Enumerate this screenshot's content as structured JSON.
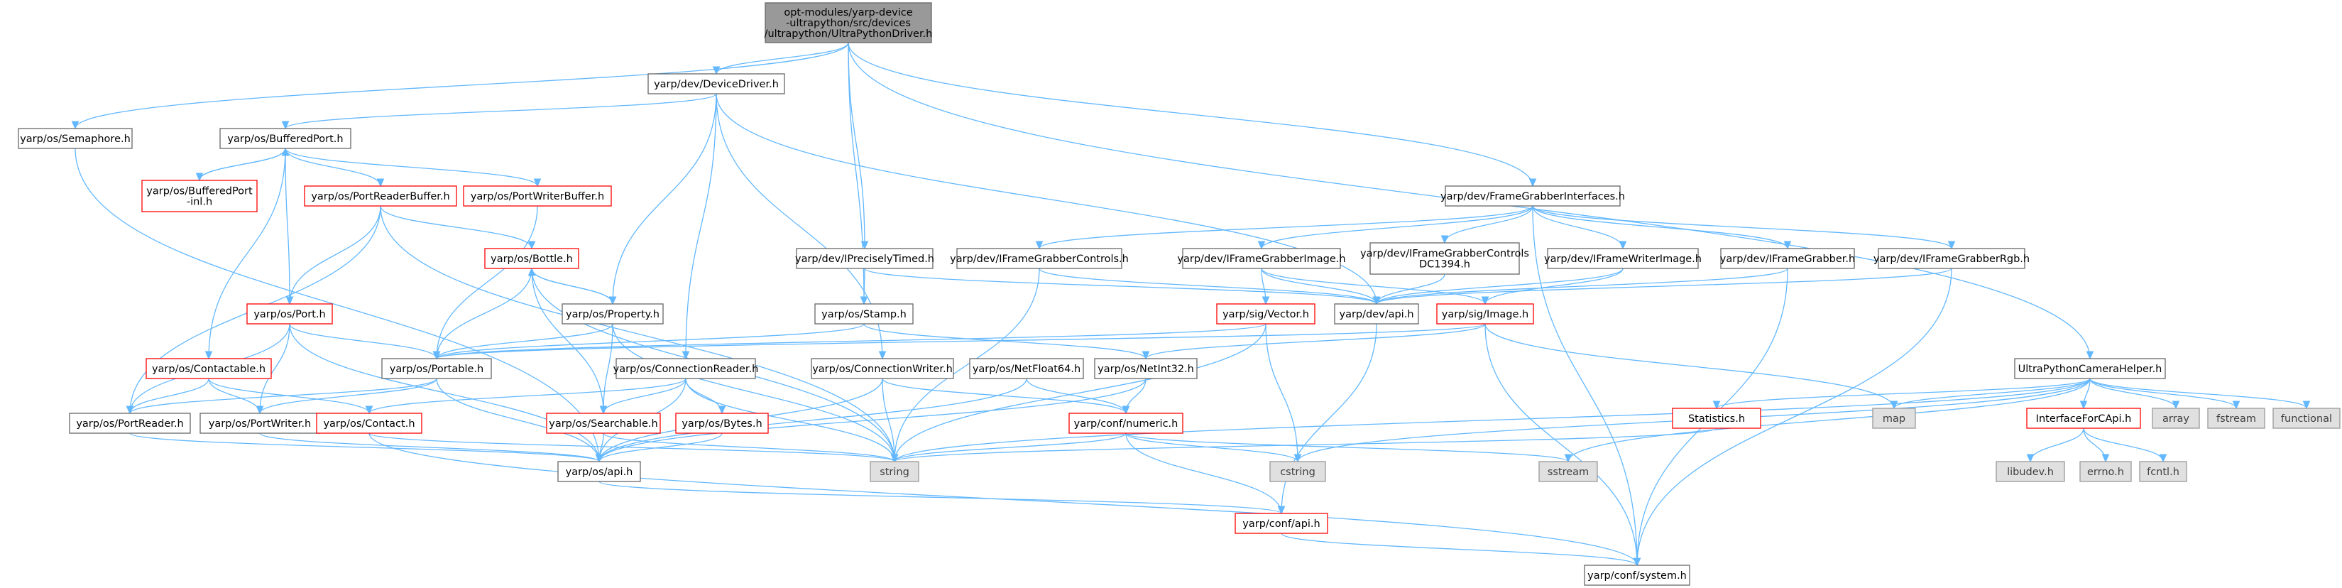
{
  "colors": {
    "edge": "#63b8ff",
    "root_fill": "#999999",
    "node_border": "#666666",
    "truncated_border": "#ff0000",
    "system_fill": "#e0e0e0"
  },
  "nodes": {
    "root": [
      "opt-modules/yarp-device",
      "-ultrapython/src/devices",
      "/ultrapython/UltraPythonDriver.h"
    ],
    "semaphore": [
      "yarp/os/Semaphore.h"
    ],
    "devicedriver": [
      "yarp/dev/DeviceDriver.h"
    ],
    "bufferedport": [
      "yarp/os/BufferedPort.h"
    ],
    "bufferedport_inl": [
      "yarp/os/BufferedPort",
      "-inl.h"
    ],
    "portreaderbuffer": [
      "yarp/os/PortReaderBuffer.h"
    ],
    "portwriterbuffer": [
      "yarp/os/PortWriterBuffer.h"
    ],
    "bottle": [
      "yarp/os/Bottle.h"
    ],
    "property": [
      "yarp/os/Property.h"
    ],
    "port": [
      "yarp/os/Port.h"
    ],
    "contactable": [
      "yarp/os/Contactable.h"
    ],
    "portable": [
      "yarp/os/Portable.h"
    ],
    "portreader": [
      "yarp/os/PortReader.h"
    ],
    "portwriter": [
      "yarp/os/PortWriter.h"
    ],
    "contact": [
      "yarp/os/Contact.h"
    ],
    "searchable": [
      "yarp/os/Searchable.h"
    ],
    "connectionreader": [
      "yarp/os/ConnectionReader.h"
    ],
    "bytes": [
      "yarp/os/Bytes.h"
    ],
    "osapi": [
      "yarp/os/api.h"
    ],
    "string": [
      "string"
    ],
    "connectionwriter": [
      "yarp/os/ConnectionWriter.h"
    ],
    "stamp": [
      "yarp/os/Stamp.h"
    ],
    "netfloat64": [
      "yarp/os/NetFloat64.h"
    ],
    "netint32": [
      "yarp/os/NetInt32.h"
    ],
    "numeric": [
      "yarp/conf/numeric.h"
    ],
    "confapi": [
      "yarp/conf/api.h"
    ],
    "system": [
      "yarp/conf/system.h"
    ],
    "ipreciselytimed": [
      "yarp/dev/IPreciselyTimed.h"
    ],
    "framegrabberinterfaces": [
      "yarp/dev/FrameGrabberInterfaces.h"
    ],
    "iframegrabbercontrols": [
      "yarp/dev/IFrameGrabberControls.h"
    ],
    "iframegrabberimage": [
      "yarp/dev/IFrameGrabberImage.h"
    ],
    "iframegrabbercontrolsdc1394": [
      "yarp/dev/IFrameGrabberControls",
      "DC1394.h"
    ],
    "iframewriterimage": [
      "yarp/dev/IFrameWriterImage.h"
    ],
    "iframegrabber": [
      "yarp/dev/IFrameGrabber.h"
    ],
    "iframegrabberrgb": [
      "yarp/dev/IFrameGrabberRgb.h"
    ],
    "devapi": [
      "yarp/dev/api.h"
    ],
    "sigvector": [
      "yarp/sig/Vector.h"
    ],
    "sigimage": [
      "yarp/sig/Image.h"
    ],
    "cstring": [
      "cstring"
    ],
    "sstream": [
      "sstream"
    ],
    "map": [
      "map"
    ],
    "camerahelper": [
      "UltraPythonCameraHelper.h"
    ],
    "statistics": [
      "Statistics.h"
    ],
    "interfaceforcapi": [
      "InterfaceForCApi.h"
    ],
    "array": [
      "array"
    ],
    "fstream": [
      "fstream"
    ],
    "functional": [
      "functional"
    ],
    "libudev": [
      "libudev.h"
    ],
    "errno": [
      "errno.h"
    ],
    "fcntl": [
      "fcntl.h"
    ]
  }
}
